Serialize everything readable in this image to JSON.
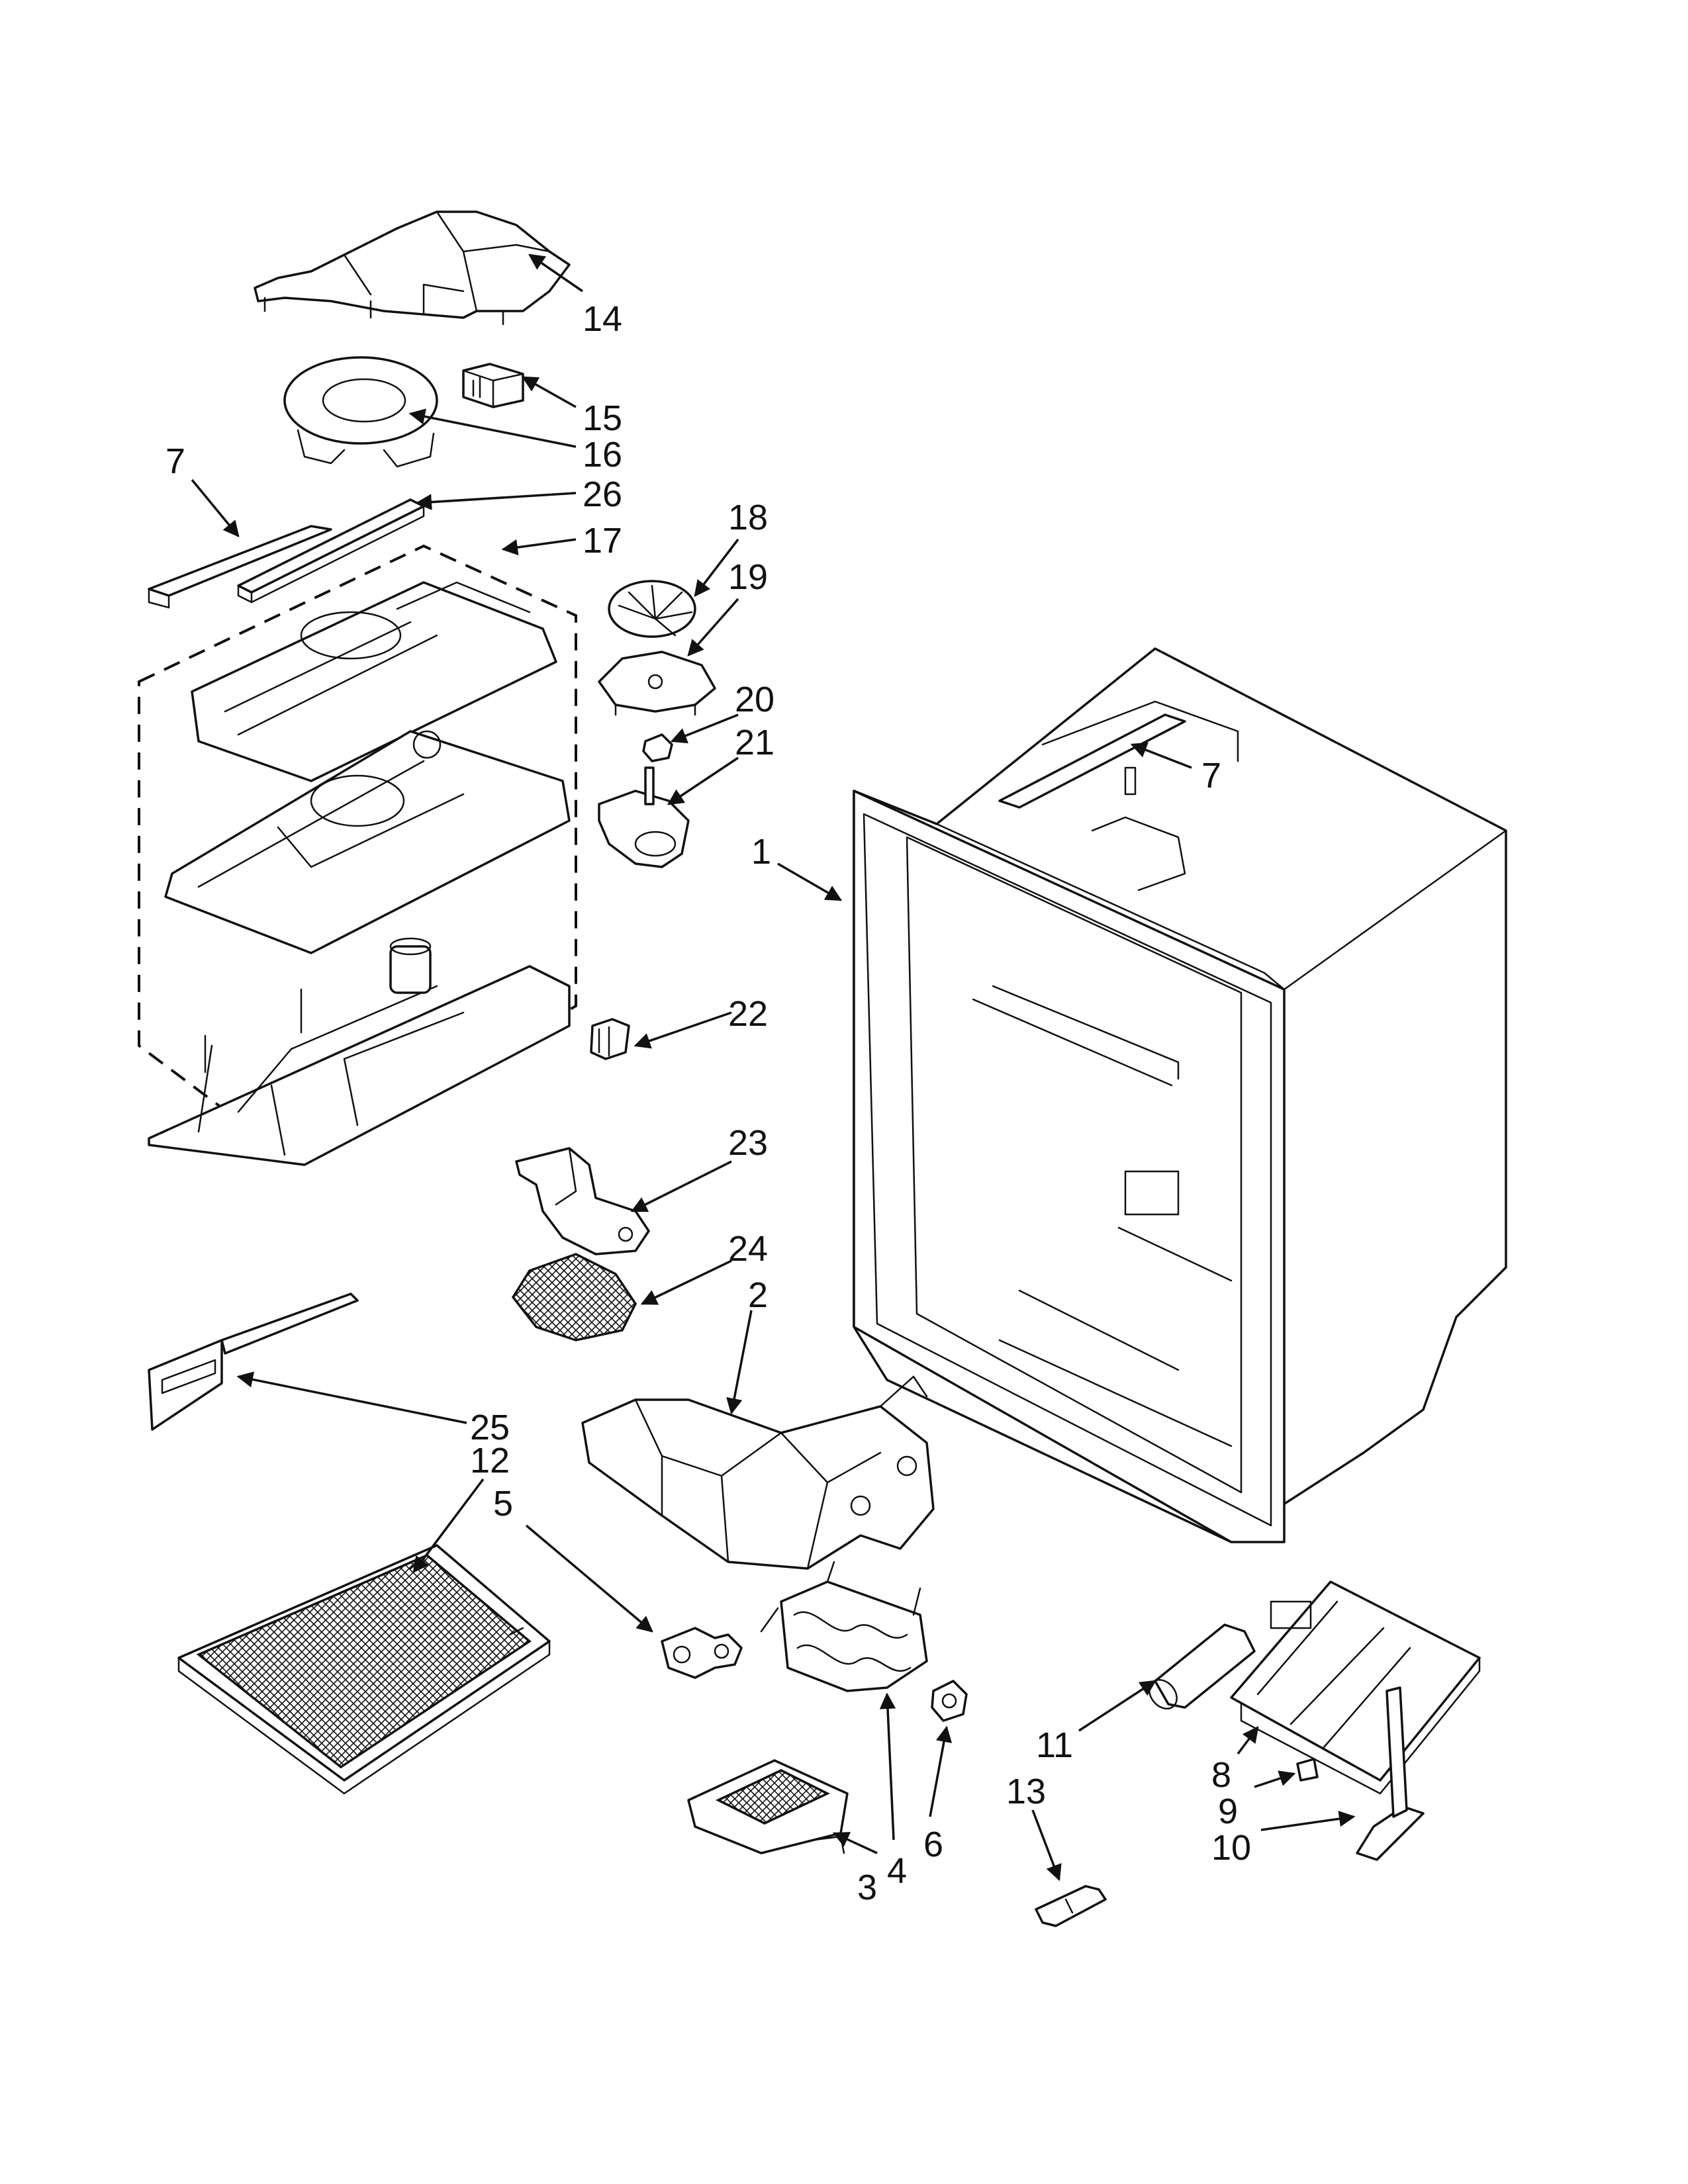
{
  "callouts": [
    {
      "id": "p14",
      "label": "14"
    },
    {
      "id": "p15",
      "label": "15"
    },
    {
      "id": "p16",
      "label": "16"
    },
    {
      "id": "p7a",
      "label": "7"
    },
    {
      "id": "p26",
      "label": "26"
    },
    {
      "id": "p17",
      "label": "17"
    },
    {
      "id": "p18",
      "label": "18"
    },
    {
      "id": "p19",
      "label": "19"
    },
    {
      "id": "p20",
      "label": "20"
    },
    {
      "id": "p21",
      "label": "21"
    },
    {
      "id": "p7b",
      "label": "7"
    },
    {
      "id": "p1",
      "label": "1"
    },
    {
      "id": "p22",
      "label": "22"
    },
    {
      "id": "p23",
      "label": "23"
    },
    {
      "id": "p24",
      "label": "24"
    },
    {
      "id": "p2",
      "label": "2"
    },
    {
      "id": "p25",
      "label": "25"
    },
    {
      "id": "p12",
      "label": "12"
    },
    {
      "id": "p5",
      "label": "5"
    },
    {
      "id": "p11",
      "label": "11"
    },
    {
      "id": "p13",
      "label": "13"
    },
    {
      "id": "p8",
      "label": "8"
    },
    {
      "id": "p9",
      "label": "9"
    },
    {
      "id": "p10",
      "label": "10"
    },
    {
      "id": "p3",
      "label": "3"
    },
    {
      "id": "p4",
      "label": "4"
    },
    {
      "id": "p6",
      "label": "6"
    }
  ]
}
